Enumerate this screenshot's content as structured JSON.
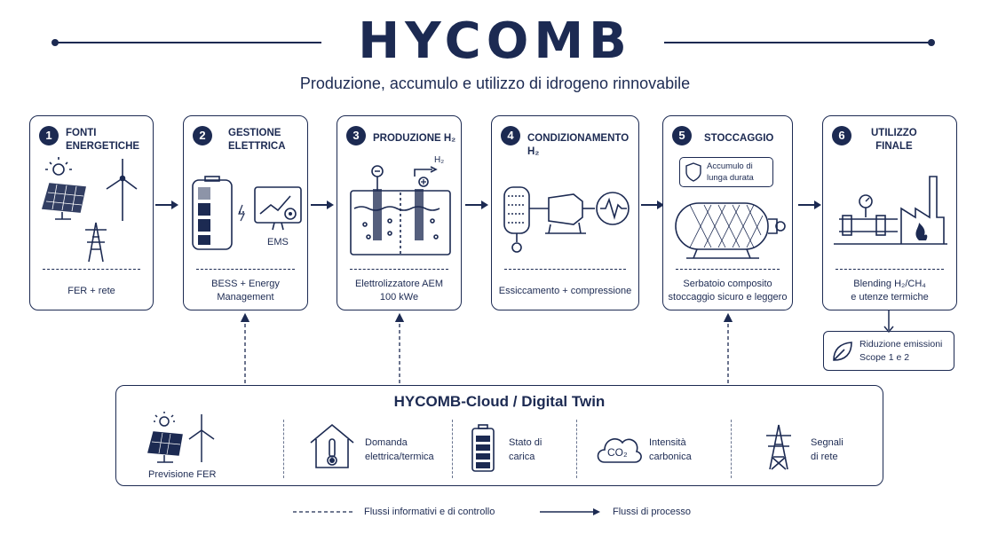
{
  "header": {
    "title": "HYCOMB",
    "subtitle": "Produzione, accumulo e utilizzo di idrogeno rinnovabile"
  },
  "steps": [
    {
      "number": "1",
      "title_lines": [
        "FONTI",
        "ENERGETICHE"
      ],
      "caption_lines": [
        "FER + rete"
      ]
    },
    {
      "number": "2",
      "title_lines": [
        "GESTIONE",
        "ELETTRICA"
      ],
      "icon_label": "EMS",
      "caption_lines": [
        "BESS + Energy",
        "Management"
      ]
    },
    {
      "number": "3",
      "title_lines": [
        "PRODUZIONE H₂"
      ],
      "icon_label": "H₂",
      "caption_lines": [
        "Elettrolizzatore AEM",
        "100 kWe"
      ]
    },
    {
      "number": "4",
      "title_lines": [
        "CONDIZIONAMENTO H₂"
      ],
      "caption_lines": [
        "Essiccamento + compressione"
      ]
    },
    {
      "number": "5",
      "title_lines": [
        "STOCCAGGIO"
      ],
      "callout_lines": [
        "Accumulo di",
        "lunga durata"
      ],
      "caption_lines": [
        "Serbatoio composito",
        "stoccaggio sicuro e leggero"
      ]
    },
    {
      "number": "6",
      "title_lines": [
        "UTILIZZO",
        "FINALE"
      ],
      "caption_lines": [
        "Blending H₂/CH₄",
        "e utenze termiche"
      ]
    }
  ],
  "badge": {
    "lines": [
      "Riduzione emissioni",
      "Scope 1 e 2"
    ]
  },
  "cloud": {
    "title": "HYCOMB-Cloud / Digital Twin",
    "items": [
      {
        "label_lines": [
          "Previsione FER"
        ]
      },
      {
        "label_lines": [
          "Domanda",
          "elettrica/termica"
        ]
      },
      {
        "label_lines": [
          "Stato di",
          "carica"
        ]
      },
      {
        "label_lines": [
          "Intensità",
          "carbonica"
        ],
        "icon_text": "CO₂"
      },
      {
        "label_lines": [
          "Segnali",
          "di rete"
        ]
      }
    ]
  },
  "legend": {
    "info_label": "Flussi informativi e di controllo",
    "process_label": "Flussi di processo"
  },
  "colors": {
    "primary": "#1c2a52",
    "background": "#ffffff"
  }
}
